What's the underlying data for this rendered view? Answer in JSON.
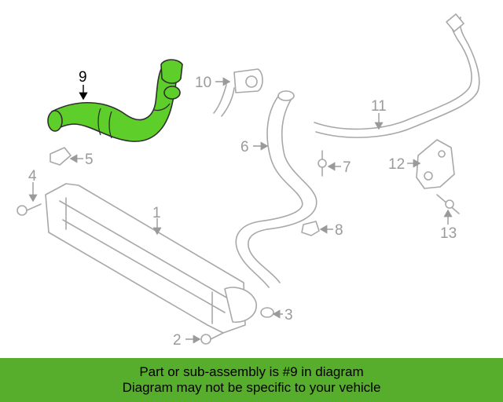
{
  "callouts": {
    "c1": "1",
    "c2": "2",
    "c3": "3",
    "c4": "4",
    "c5": "5",
    "c6": "6",
    "c7": "7",
    "c8": "8",
    "c9": "9",
    "c10": "10",
    "c11": "11",
    "c12": "12",
    "c13": "13"
  },
  "highlighted_part": "9",
  "colors": {
    "highlight": "#5ecf2a",
    "banner": "#57ad2c",
    "outline": "#a8a8a8"
  },
  "banner": {
    "line1": "Part or sub-assembly is #9 in diagram",
    "line2": "Diagram may not be specific to your vehicle"
  }
}
